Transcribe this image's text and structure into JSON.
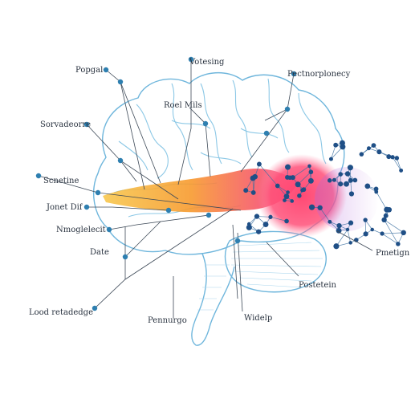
{
  "labels": {
    "popgal": "Popgal",
    "votesing": "Votesing",
    "pectinoplonecy": "Pectnorplonecy",
    "roel_mils": "Roel Mils",
    "sorvadeorre": "Sorvadeorre",
    "scnetine": "Scnetine",
    "jonet_dif": "Jonet Dif",
    "nomoglelecit": "Nmoglelecit",
    "date": "Date",
    "lood_retadeoge": "Lood retadedge",
    "pennugo": "Pennurgo",
    "widelp": "Widelp",
    "postetenn": "Postetein",
    "pmetign": "Pmetign"
  },
  "colors": {
    "outline": "#6fb6dc",
    "leader": "#3e4a58",
    "node": "#2e7fb0",
    "glow_warm": "#f7b733",
    "glow_hot": "#ff3f6c",
    "network": "#1f4f86"
  }
}
